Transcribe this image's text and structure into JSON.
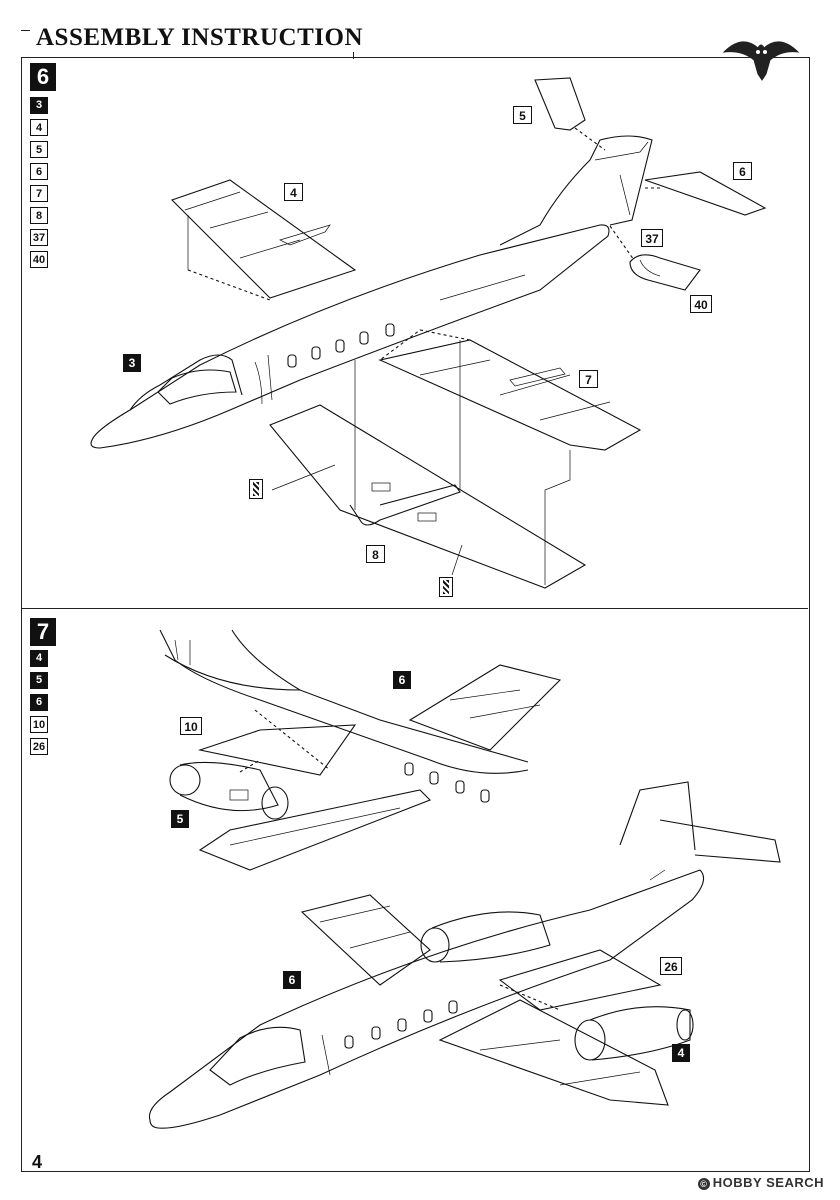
{
  "header": {
    "title": "ASSEMBLY INSTRUCTION"
  },
  "steps": [
    {
      "number": "6",
      "refs": [
        {
          "label": "3",
          "style": "filled"
        },
        {
          "label": "4",
          "style": "outline"
        },
        {
          "label": "5",
          "style": "outline"
        },
        {
          "label": "6",
          "style": "outline"
        },
        {
          "label": "7",
          "style": "outline"
        },
        {
          "label": "8",
          "style": "outline"
        },
        {
          "label": "37",
          "style": "outline"
        },
        {
          "label": "40",
          "style": "outline"
        }
      ],
      "callouts": {
        "c3": "3",
        "c4": "4",
        "c5": "5",
        "c6": "6",
        "c7": "7",
        "c8": "8",
        "c37": "37",
        "c40": "40"
      }
    },
    {
      "number": "7",
      "refs": [
        {
          "label": "4",
          "style": "filled"
        },
        {
          "label": "5",
          "style": "filled"
        },
        {
          "label": "6",
          "style": "filled"
        },
        {
          "label": "10",
          "style": "outline"
        },
        {
          "label": "26",
          "style": "outline"
        }
      ],
      "callouts": {
        "c6a": "6",
        "c10": "10",
        "c5": "5",
        "c6b": "6",
        "c26": "26",
        "c4": "4"
      }
    }
  ],
  "footer": {
    "page_number": "4",
    "watermark": "HOBBY SEARCH"
  },
  "icons": {
    "logo": "owl-logo-icon",
    "glue": "glue-tube-icon"
  }
}
